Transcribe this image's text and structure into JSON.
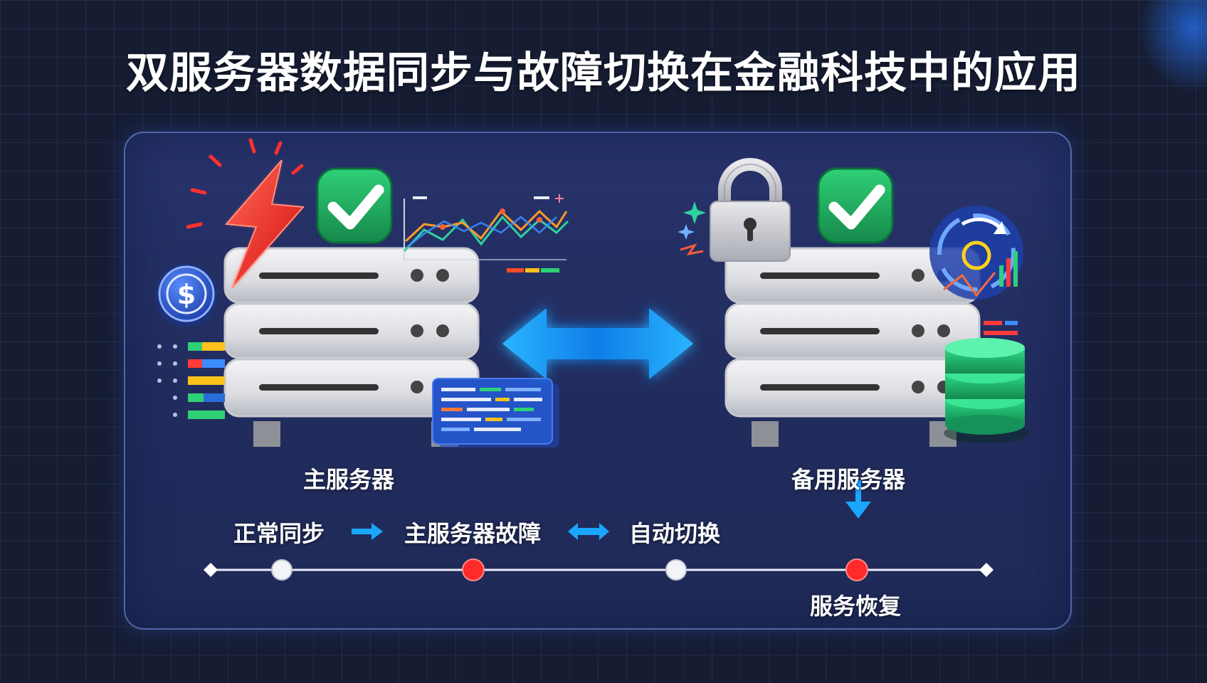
{
  "title": "双服务器数据同步与故障切换在金融科技中的应用",
  "servers": {
    "primary_label": "主服务器",
    "backup_label": "备用服务器"
  },
  "flow": {
    "steps": [
      "正常同步",
      "主服务器故障",
      "自动切换"
    ],
    "recovery_label": "服务恢复"
  },
  "colors": {
    "sync_arrow": "#1aa6ff",
    "ok_check": "#1faa5c",
    "failure_bolt": "#ff2a2a",
    "database": "#1fb26a",
    "panel_bg": "#24306a"
  },
  "icons": [
    "lightning-icon",
    "check-icon",
    "lock-icon",
    "dollar-icon",
    "sync-icon",
    "database-icon",
    "chart-icon"
  ]
}
